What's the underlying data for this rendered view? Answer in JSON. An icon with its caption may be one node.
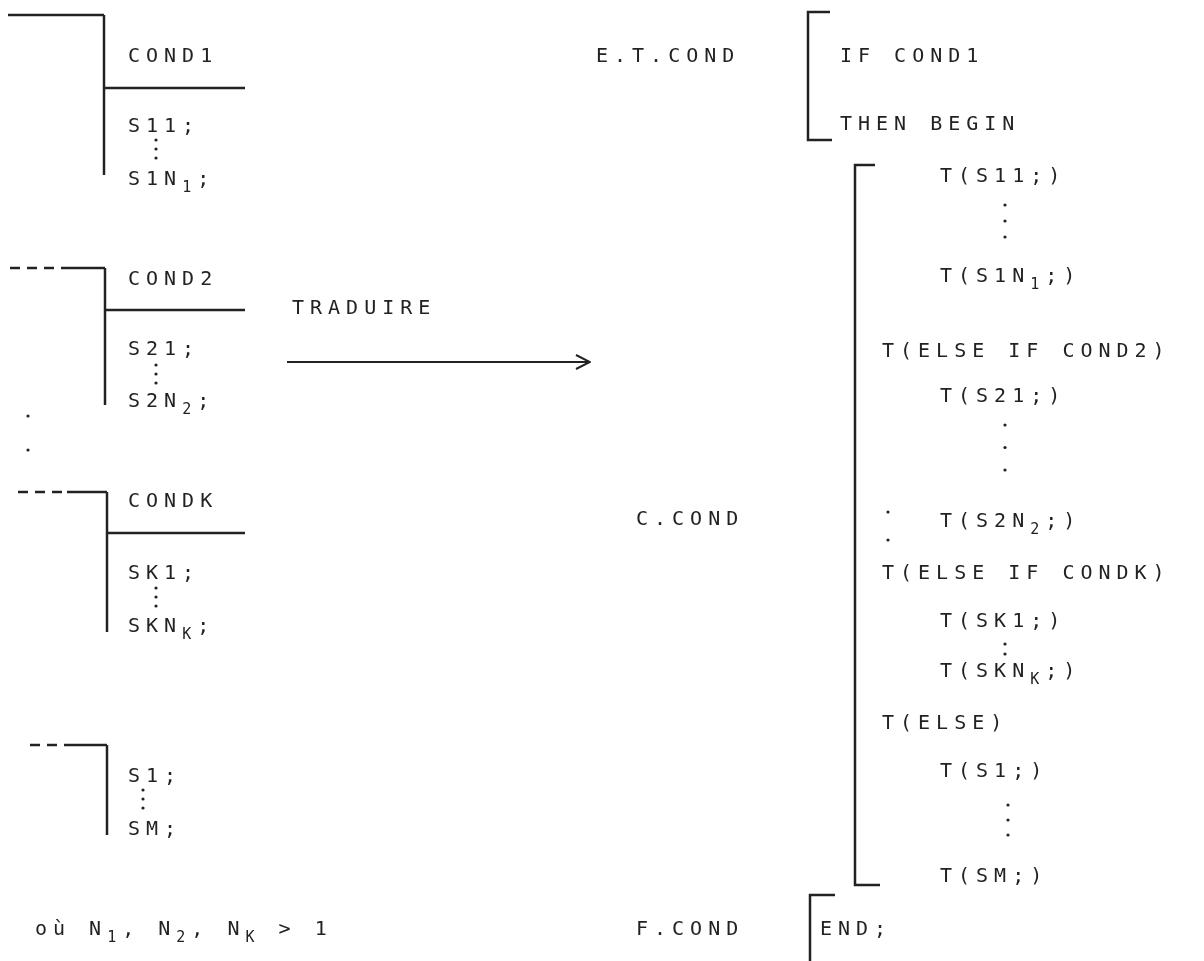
{
  "diagram": {
    "nodes": [
      {
        "text": [
          "COND1",
          "S11;",
          "S1N$_{1}$;",
          "COND2",
          "S21;",
          "S2N$_{2}$;",
          "CONDK",
          "SK1;",
          "SKN$_{K}$;",
          "S1;",
          "SM;"
        ]
      },
      {
        "text": [
          "IF COND1",
          "THEN BEGIN",
          "T(S11;)",
          "T(S1N$_{1}$;)",
          "T(ELSE IF COND2)",
          "T(S21;)",
          "T(S2N$_{2}$;)",
          "T(ELSE IF CONDK)",
          "T(SK1;)",
          "T(SKN$_{K}$;)",
          "T(ELSE)",
          "T(S1;)",
          "T(SM;)",
          "END;"
        ],
        "beside": [
          "E.T.COND",
          "C.COND",
          "F.COND"
        ]
      }
    ],
    "edges": [
      {
        "from": 0,
        "to": 1,
        "arrow": "to",
        "label": "TRADUIRE"
      }
    ],
    "labels": [
      "où N$_{1}$, N$_{2}$, N$_{K}$ > 1"
    ]
  }
}
